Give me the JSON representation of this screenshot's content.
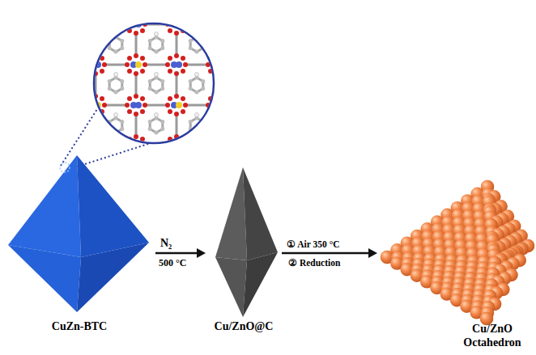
{
  "diagram": {
    "nodes": [
      {
        "text": [
          "CuZn-BTC"
        ]
      },
      {
        "text": [
          "Cu/ZnO@C"
        ]
      },
      {
        "text": [
          "Cu/ZnO Octahedron"
        ]
      }
    ],
    "edges": [
      {
        "from": 0,
        "to": 1,
        "arrow": "to",
        "label": "N₂"
      },
      {
        "from": 1,
        "to": 2,
        "arrow": "to",
        "label": "① Air 350 °C"
      }
    ],
    "labels": [
      "500 °C",
      "② Reduction"
    ]
  }
}
